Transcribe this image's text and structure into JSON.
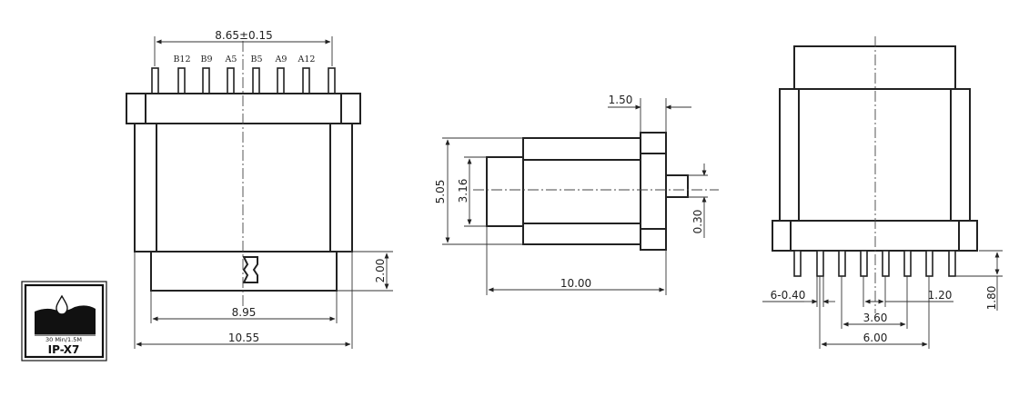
{
  "front_view": {
    "pin_labels": [
      "B12",
      "B9",
      "A5",
      "B5",
      "A9",
      "A12"
    ],
    "dim_top": "8.65±0.15",
    "dim_height": "2.00",
    "dim_inner": "8.95",
    "dim_outer": "10.55"
  },
  "side_view": {
    "dim_flange": "1.50",
    "dim_total_height": "5.05",
    "dim_plug_height": "3.16",
    "dim_pin": "0.30",
    "dim_length": "10.00"
  },
  "back_view": {
    "dim_pin_width": "6-0.40",
    "dim_pitch": "1.20",
    "dim_pin_length": "1.80",
    "dim_span_inner": "3.60",
    "dim_span_outer": "6.00"
  },
  "badge": {
    "small_text": "30 Min/1.5M",
    "rating": "IP-X7"
  }
}
